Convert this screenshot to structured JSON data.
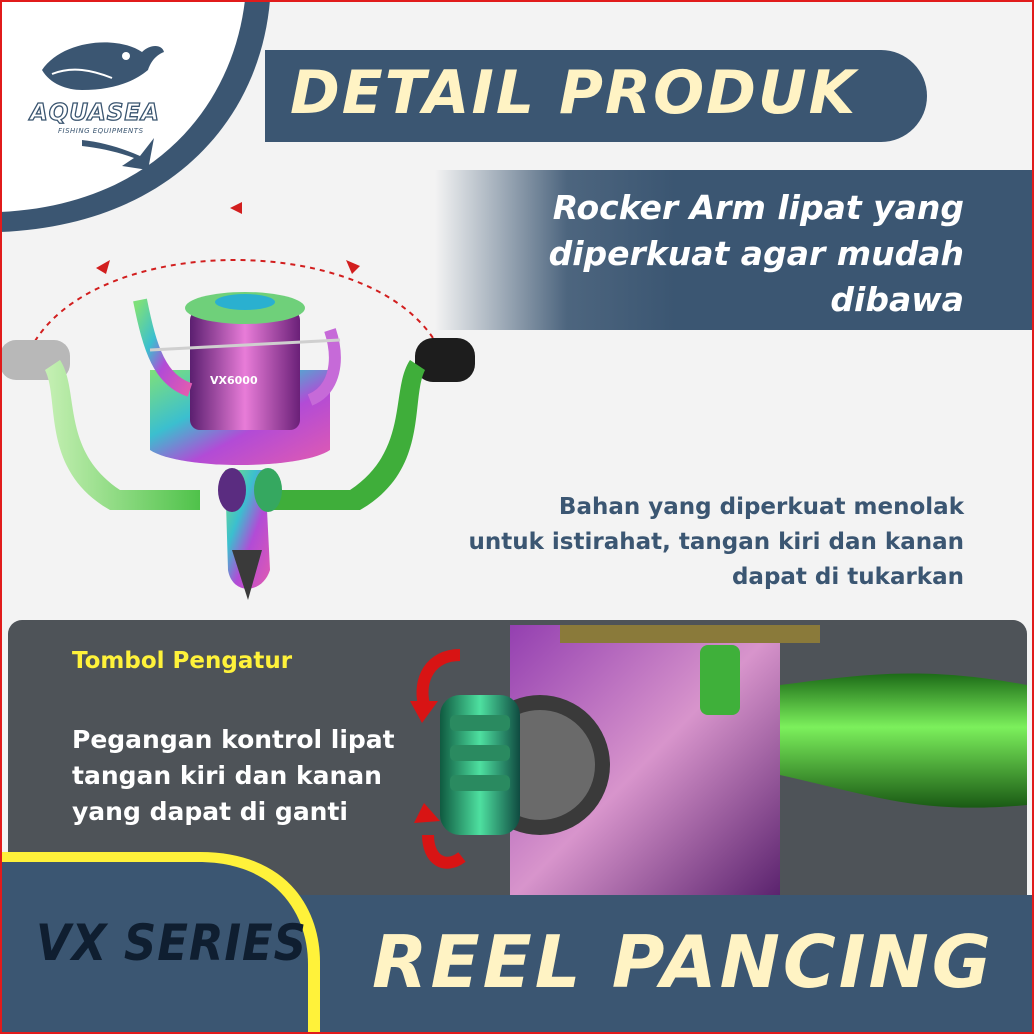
{
  "brand": {
    "name": "AQUASEA",
    "tagline": "FISHING EQUIPMENTS"
  },
  "header": {
    "title": "DETAIL PRODUK"
  },
  "features": [
    {
      "text_lines": [
        "Rocker Arm lipat yang",
        "diperkuat agar mudah",
        "dibawa"
      ]
    },
    {
      "text_lines": [
        "Bahan yang diperkuat menolak",
        "untuk istirahat, tangan kiri dan kanan",
        "dapat di tukarkan"
      ]
    }
  ],
  "reel_model_label": "VX6000",
  "knob": {
    "title": "Tombol Pengatur",
    "text_lines": [
      "Pegangan kontrol lipat",
      "tangan kiri dan kanan",
      "yang dapat di ganti"
    ]
  },
  "footer": {
    "series": "VX SERIES",
    "product": "REEL PANCING"
  },
  "colors": {
    "navy": "#3b5672",
    "cream": "#fff3c4",
    "yellow": "#fff23a",
    "accent_red": "#d81414",
    "frame": "#e11b1b"
  },
  "icons": [
    "fish-logo-icon",
    "rotate-arrow-icon",
    "double-arrow-icon"
  ]
}
